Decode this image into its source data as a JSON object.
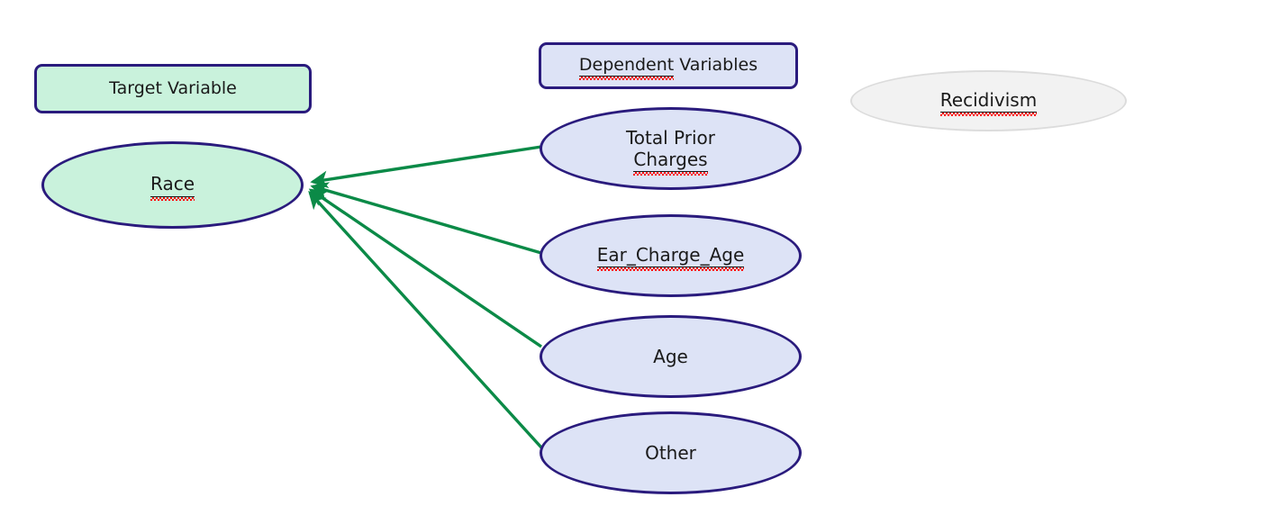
{
  "diagram": {
    "title": "Race causal influence diagram",
    "background_color": "#ffffff",
    "palette": {
      "node_border": "#2a1b7d",
      "target_fill": "#c9f2dc",
      "dependent_fill": "#dde3f6",
      "outcome_fill": "#f2f2f2",
      "outcome_border": "#dcdcdc",
      "edge_color": "#0b8a47",
      "text_color": "#1a1a1a",
      "spellcheck_underline": "#ff0000"
    }
  },
  "legends": {
    "target": {
      "label": "Target Variable",
      "spellchecked": false
    },
    "dependent": {
      "label": "Dependent Variables",
      "spellchecked_word": "Dependent",
      "rest": " Variables"
    }
  },
  "nodes": {
    "target": {
      "id": "race",
      "label": "Race",
      "spellchecked": true,
      "shape": "ellipse",
      "group": "target"
    },
    "outcome": {
      "id": "recidivism",
      "label": "Recidivism",
      "spellchecked": true,
      "shape": "ellipse",
      "group": "outcome"
    },
    "dependents": [
      {
        "id": "total-prior-charges",
        "line1": "Total Prior",
        "line2": "Charges",
        "label": "Total Prior Charges",
        "spellchecked_line": 2,
        "shape": "ellipse",
        "group": "dependent"
      },
      {
        "id": "ear-charge-age",
        "label": "Ear_Charge_Age",
        "spellchecked": true,
        "shape": "ellipse",
        "group": "dependent"
      },
      {
        "id": "age",
        "label": "Age",
        "spellchecked": false,
        "shape": "ellipse",
        "group": "dependent"
      },
      {
        "id": "other",
        "label": "Other",
        "spellchecked": false,
        "shape": "ellipse",
        "group": "dependent"
      }
    ]
  },
  "edges": [
    {
      "from": "total-prior-charges",
      "to": "race",
      "arrow": "to-race",
      "color": "#0b8a47"
    },
    {
      "from": "ear-charge-age",
      "to": "race",
      "arrow": "to-race",
      "color": "#0b8a47"
    },
    {
      "from": "age",
      "to": "race",
      "arrow": "to-race",
      "color": "#0b8a47"
    },
    {
      "from": "other",
      "to": "race",
      "arrow": "to-race",
      "color": "#0b8a47"
    }
  ]
}
